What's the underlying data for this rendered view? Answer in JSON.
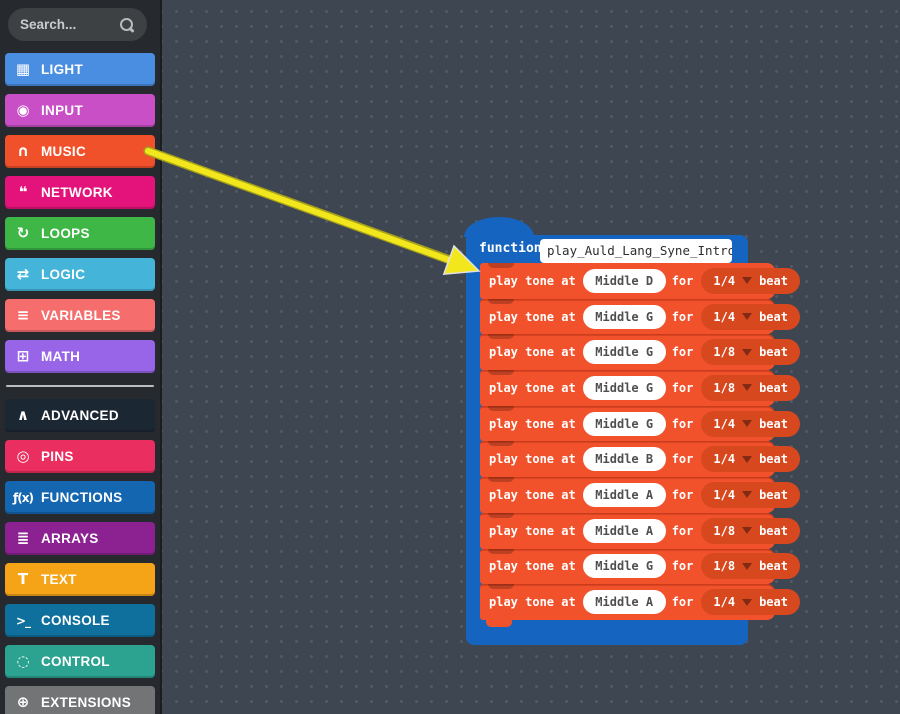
{
  "sidebar": {
    "search": {
      "placeholder": "Search..."
    },
    "items": [
      {
        "id": "light",
        "label": "LIGHT",
        "glyph": "▦",
        "color": "#4a8ee2"
      },
      {
        "id": "input",
        "label": "INPUT",
        "glyph": "◉",
        "color": "#c94fc6"
      },
      {
        "id": "music",
        "label": "MUSIC",
        "glyph": "∩",
        "color": "#f0502a"
      },
      {
        "id": "network",
        "label": "NETWORK",
        "glyph": "❝",
        "color": "#e4137c"
      },
      {
        "id": "loops",
        "label": "LOOPS",
        "glyph": "↻",
        "color": "#3fb747"
      },
      {
        "id": "logic",
        "label": "LOGIC",
        "glyph": "⇄",
        "color": "#44b5d9"
      },
      {
        "id": "variables",
        "label": "VARIABLES",
        "glyph": "≡",
        "color": "#f56d6d"
      },
      {
        "id": "math",
        "label": "MATH",
        "glyph": "⊞",
        "color": "#9865e8"
      },
      {
        "id": "advanced",
        "label": "ADVANCED",
        "glyph": "∧",
        "color": "#1b2733"
      },
      {
        "id": "pins",
        "label": "PINS",
        "glyph": "◎",
        "color": "#eb2e60"
      },
      {
        "id": "functions",
        "label": "FUNCTIONS",
        "glyph": "ƒ(x)",
        "color": "#1566b0"
      },
      {
        "id": "arrays",
        "label": "ARRAYS",
        "glyph": "≣",
        "color": "#8c2191"
      },
      {
        "id": "text",
        "label": "TEXT",
        "glyph": "T",
        "color": "#f6a417"
      },
      {
        "id": "console",
        "label": "CONSOLE",
        "glyph": ">_",
        "color": "#0f6f9d"
      },
      {
        "id": "control",
        "label": "CONTROL",
        "glyph": "◌",
        "color": "#2ba390"
      },
      {
        "id": "extensions",
        "label": "EXTENSIONS",
        "glyph": "⊕",
        "color": "#737476"
      }
    ]
  },
  "workspace": {
    "function_block": {
      "keyword": "function",
      "name": "play_Auld_Lang_Syne_Intro",
      "color": "#1565c0"
    },
    "tone_rows": [
      {
        "prefix": "play tone at",
        "note": "Middle D",
        "for_label": "for",
        "beat": "1/4",
        "beat_suffix": "beat"
      },
      {
        "prefix": "play tone at",
        "note": "Middle G",
        "for_label": "for",
        "beat": "1/4",
        "beat_suffix": "beat"
      },
      {
        "prefix": "play tone at",
        "note": "Middle G",
        "for_label": "for",
        "beat": "1/8",
        "beat_suffix": "beat"
      },
      {
        "prefix": "play tone at",
        "note": "Middle G",
        "for_label": "for",
        "beat": "1/8",
        "beat_suffix": "beat"
      },
      {
        "prefix": "play tone at",
        "note": "Middle G",
        "for_label": "for",
        "beat": "1/4",
        "beat_suffix": "beat"
      },
      {
        "prefix": "play tone at",
        "note": "Middle B",
        "for_label": "for",
        "beat": "1/4",
        "beat_suffix": "beat"
      },
      {
        "prefix": "play tone at",
        "note": "Middle A",
        "for_label": "for",
        "beat": "1/4",
        "beat_suffix": "beat"
      },
      {
        "prefix": "play tone at",
        "note": "Middle A",
        "for_label": "for",
        "beat": "1/8",
        "beat_suffix": "beat"
      },
      {
        "prefix": "play tone at",
        "note": "Middle G",
        "for_label": "for",
        "beat": "1/8",
        "beat_suffix": "beat"
      },
      {
        "prefix": "play tone at",
        "note": "Middle A",
        "for_label": "for",
        "beat": "1/4",
        "beat_suffix": "beat"
      }
    ]
  },
  "colors": {
    "canvas_bg": "#3e4651",
    "canvas_dot": "#545c69",
    "sidebar_bg": "#26292d",
    "search_bg": "#3d4144",
    "block_orange": "#f1522b",
    "block_seam": "#c93c1c",
    "beat_pill": "#d8481f",
    "function_blue": "#1565c0",
    "arrow_yellow": "#f2e71d"
  }
}
